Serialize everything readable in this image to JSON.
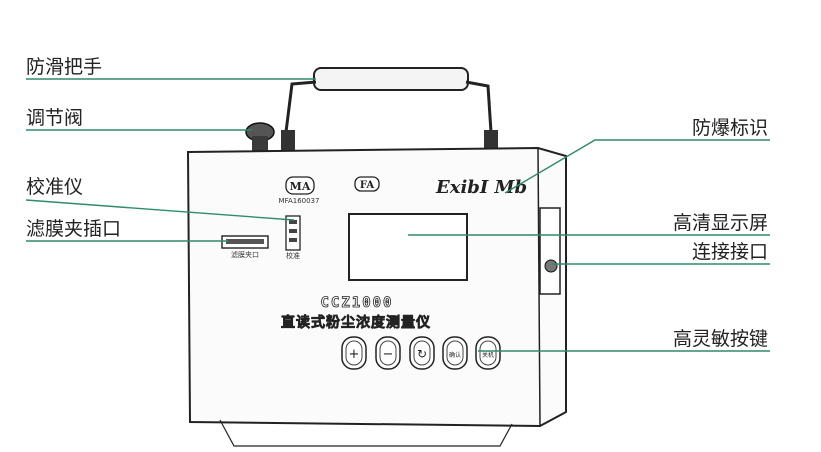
{
  "callouts": {
    "handle": "防滑把手",
    "valve": "调节阀",
    "calibrator": "校准仪",
    "filter_slot": "滤膜夹插口",
    "explosion_mark": "防爆标识",
    "display": "高清显示屏",
    "port": "连接接口",
    "keys": "高灵敏按键"
  },
  "device": {
    "explosion_code": "ExibI Mb",
    "ma_logo": "MA",
    "fa_logo": "FA",
    "cert_number": "MFA160037",
    "model": "CCZ1000",
    "name_cn": "直读式粉尘浓度测量仪",
    "slot_caption": "滤膜夹口",
    "calib_caption": "校准"
  },
  "buttons": [
    "+",
    "−",
    "↻",
    "确认",
    "关机"
  ],
  "colors": {
    "leader_line": "#2f8a6e",
    "ink": "#222222",
    "background": "#ffffff"
  }
}
